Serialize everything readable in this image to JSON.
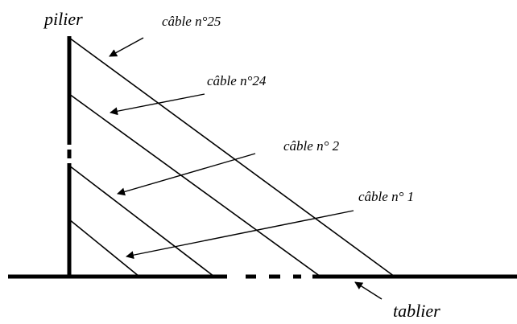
{
  "labels": {
    "pylon": "pilier",
    "cable_25": "câble n°25",
    "cable_24": "câble n°24",
    "cable_2": "câble n° 2",
    "cable_1": "câble n° 1",
    "deck": "tablier"
  }
}
